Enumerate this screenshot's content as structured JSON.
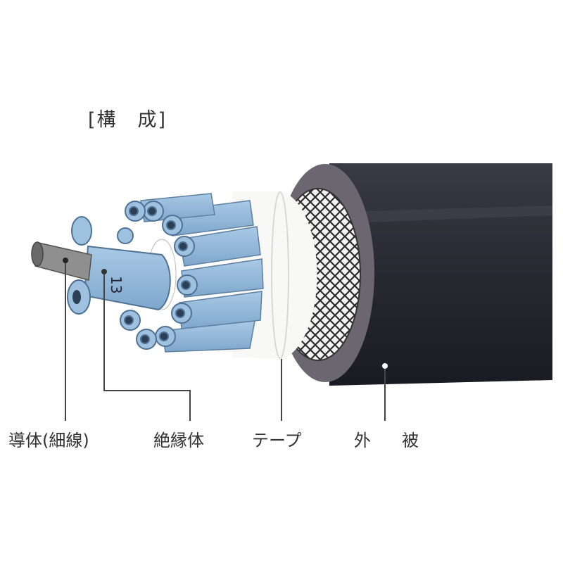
{
  "title": "[構　成]",
  "labels": {
    "conductor": "導体(細線)",
    "insulator": "絶縁体",
    "tape": "テープ",
    "sheath": "外　被"
  },
  "core_marking": "13",
  "colors": {
    "sheath": "#2a2a33",
    "insulator": "#8fb6d8",
    "tape": "#f8f8f6",
    "conductor": "#8a8a8a"
  }
}
